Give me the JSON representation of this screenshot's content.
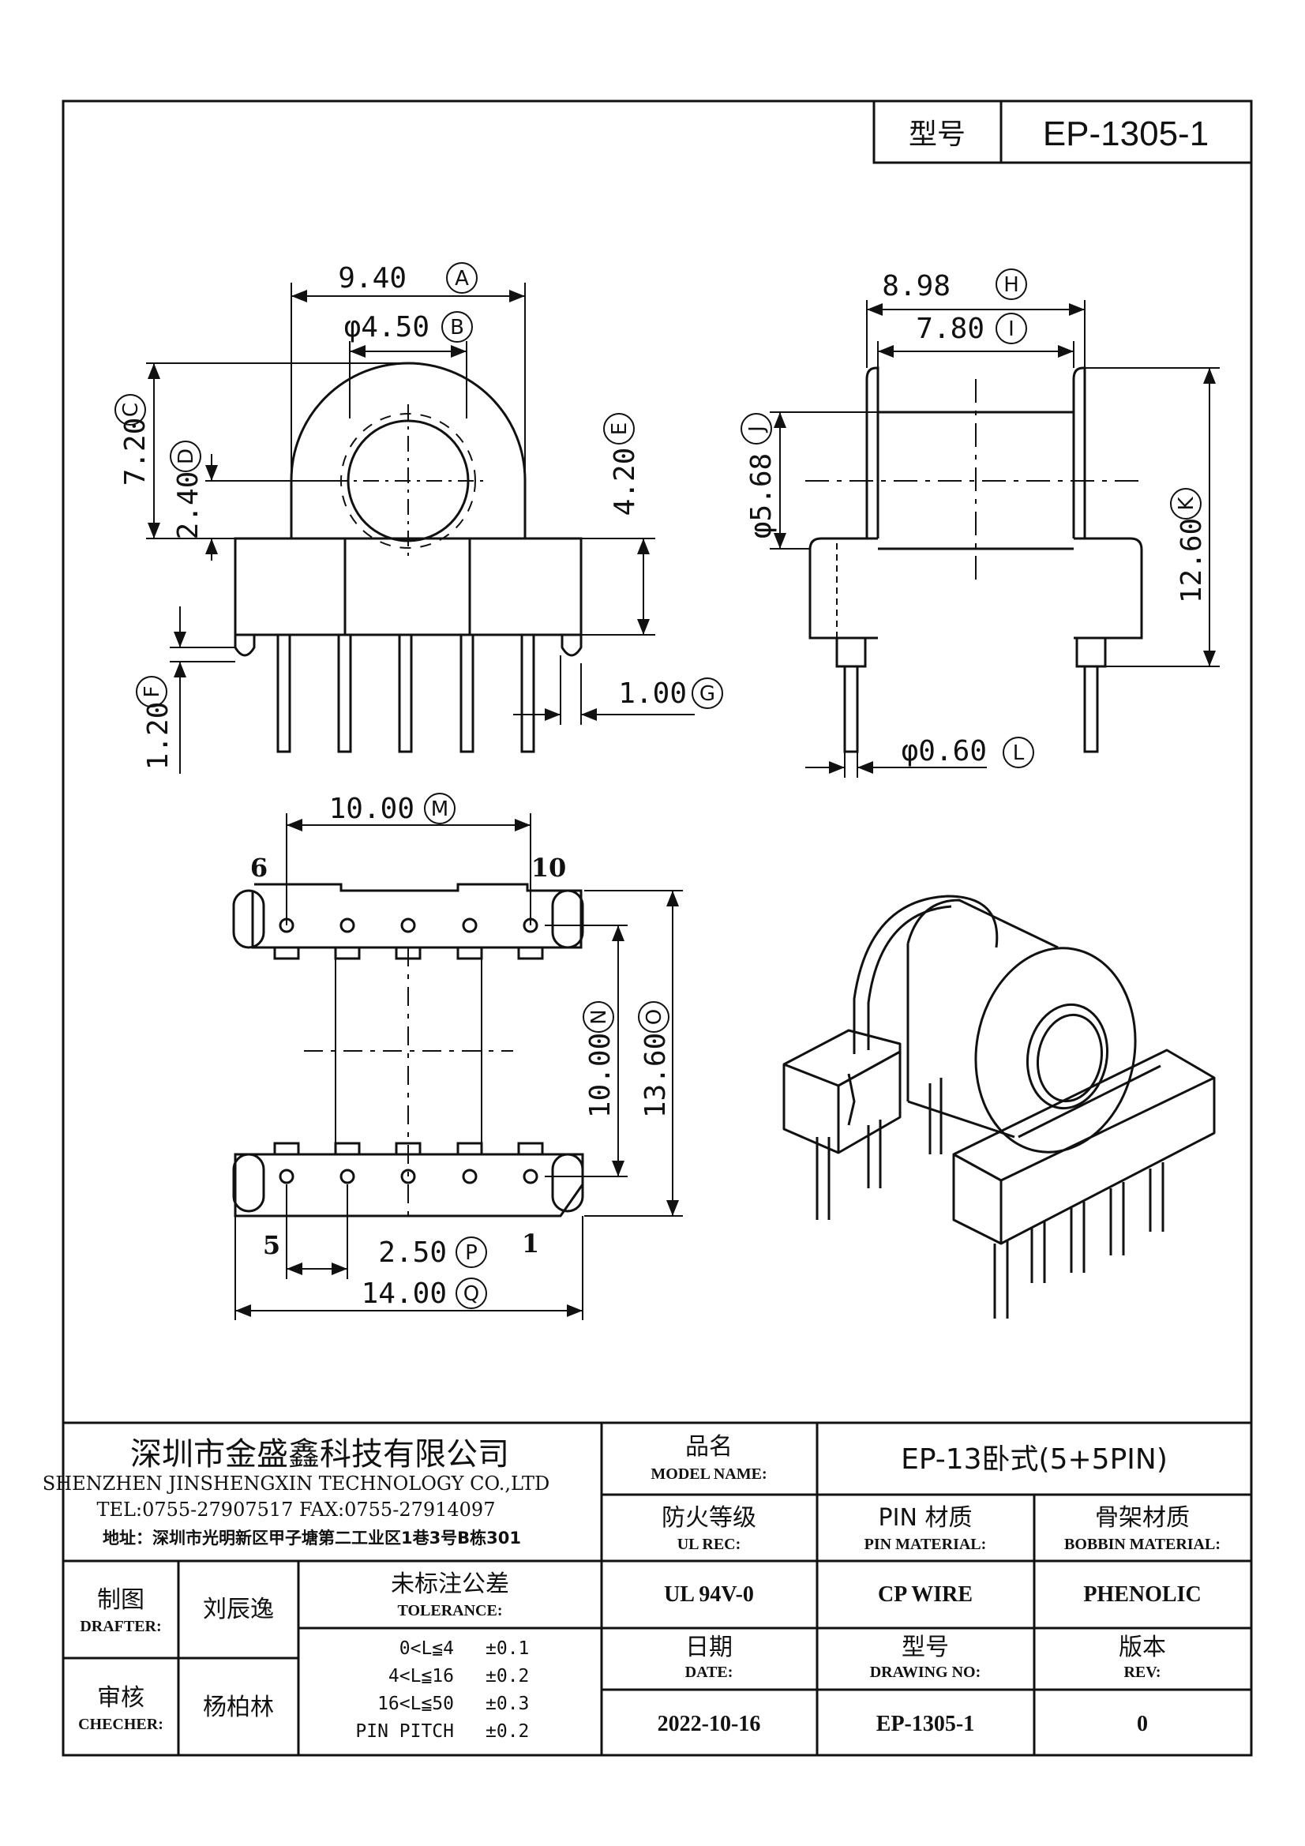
{
  "header": {
    "model_label": "型号",
    "model_value": "EP-1305-1"
  },
  "dimensions": {
    "A": {
      "value": "9.40",
      "letter": "A"
    },
    "B": {
      "value": "φ4.50",
      "letter": "B"
    },
    "C": {
      "value": "7.20",
      "letter": "C"
    },
    "D": {
      "value": "2.40",
      "letter": "D"
    },
    "E": {
      "value": "4.20",
      "letter": "E"
    },
    "F": {
      "value": "1.20",
      "letter": "F"
    },
    "G": {
      "value": "1.00",
      "letter": "G"
    },
    "H": {
      "value": "8.98",
      "letter": "H"
    },
    "I": {
      "value": "7.80",
      "letter": "I"
    },
    "J": {
      "value": "φ5.68",
      "letter": "J"
    },
    "K": {
      "value": "12.60",
      "letter": "K"
    },
    "L": {
      "value": "φ0.60",
      "letter": "L"
    },
    "M": {
      "value": "10.00",
      "letter": "M"
    },
    "N": {
      "value": "10.00",
      "letter": "N"
    },
    "O": {
      "value": "13.60",
      "letter": "O"
    },
    "P": {
      "value": "2.50",
      "letter": "P"
    },
    "Q": {
      "value": "14.00",
      "letter": "Q"
    }
  },
  "pins": {
    "p6": "6",
    "p10": "10",
    "p5": "5",
    "p1": "1"
  },
  "company": {
    "name_cn": "深圳市金盛鑫科技有限公司",
    "name_en": "SHENZHEN JINSHENGXIN TECHNOLOGY CO.,LTD",
    "tel_fax": "TEL:0755-27907517 FAX:0755-27914097",
    "address": "地址：深圳市光明新区甲子塘第二工业区1巷3号B栋301"
  },
  "title_block": {
    "model_name_cn": "品名",
    "model_name_en": "MODEL NAME:",
    "model_name_value": "EP-13卧式(5+5PIN)",
    "ul_cn": "防火等级",
    "ul_en": "UL REC:",
    "pin_mat_cn": "PIN 材质",
    "pin_mat_en": "PIN MATERIAL:",
    "bobbin_cn": "骨架材质",
    "bobbin_en": "BOBBIN MATERIAL:",
    "ul_value": "UL 94V-0",
    "pin_value": "CP WIRE",
    "bobbin_value": "PHENOLIC",
    "drafter_cn": "制图",
    "drafter_en": "DRAFTER:",
    "drafter_name": "刘辰逸",
    "checker_cn": "审核",
    "checker_en": "CHECHER:",
    "checker_name": "杨柏林",
    "tol_cn": "未标注公差",
    "tol_en": "TOLERANCE:",
    "tolerances": [
      {
        "range": "0<L≦4",
        "value": "±0.1"
      },
      {
        "range": "4<L≦16",
        "value": "±0.2"
      },
      {
        "range": "16<L≦50",
        "value": "±0.3"
      },
      {
        "range": "PIN PITCH",
        "value": "±0.2"
      }
    ],
    "date_cn": "日期",
    "date_en": "DATE:",
    "dwg_cn": "型号",
    "dwg_en": "DRAWING NO:",
    "rev_cn": "版本",
    "rev_en": "REV:",
    "date_value": "2022-10-16",
    "dwg_value": "EP-1305-1",
    "rev_value": "0"
  }
}
